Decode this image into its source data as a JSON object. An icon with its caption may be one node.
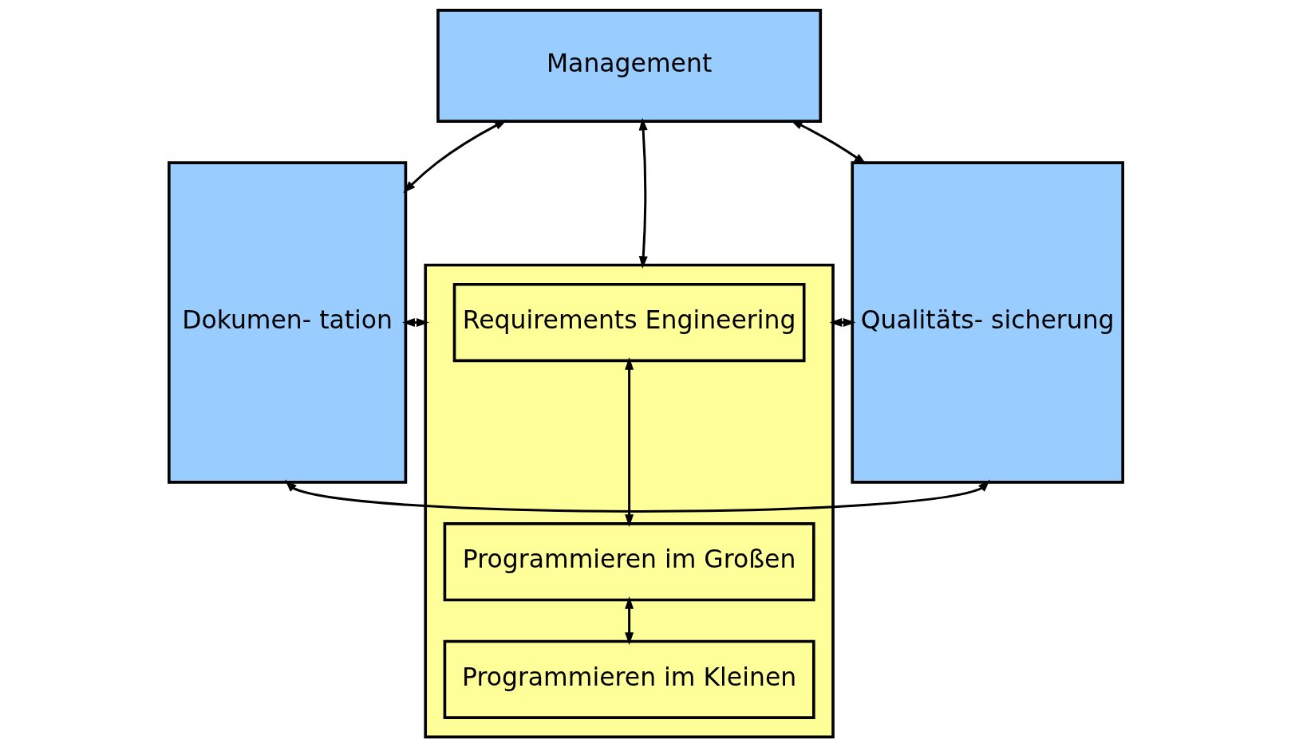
{
  "diagram": {
    "nodes": [
      {
        "text": [
          "Management"
        ]
      },
      {
        "text": [
          "Dokumen- tation"
        ]
      },
      {
        "text": [],
        "shape": "box"
      },
      {
        "text": [
          "Requirements Engineering"
        ],
        "in": 2
      },
      {
        "text": [
          "Programmieren im Großen"
        ],
        "in": 2
      },
      {
        "text": [
          "Programmieren im Kleinen"
        ],
        "in": 2
      },
      {
        "text": [
          "Qualitäts- sicherung"
        ]
      }
    ],
    "edges": [
      {
        "from": 0,
        "to": 1,
        "arrow": "both"
      },
      {
        "from": 0,
        "to": 6,
        "arrow": "both"
      },
      {
        "from": 0,
        "to": 2,
        "arrow": "both"
      },
      {
        "from": 3,
        "to": 4,
        "arrow": "both"
      },
      {
        "from": 4,
        "to": 5,
        "arrow": "both"
      },
      {
        "from": 1,
        "to": 2,
        "arrow": "both"
      },
      {
        "from": 2,
        "to": 6,
        "arrow": "both"
      },
      {
        "from": 1,
        "to": 6,
        "arrow": "both"
      }
    ]
  }
}
